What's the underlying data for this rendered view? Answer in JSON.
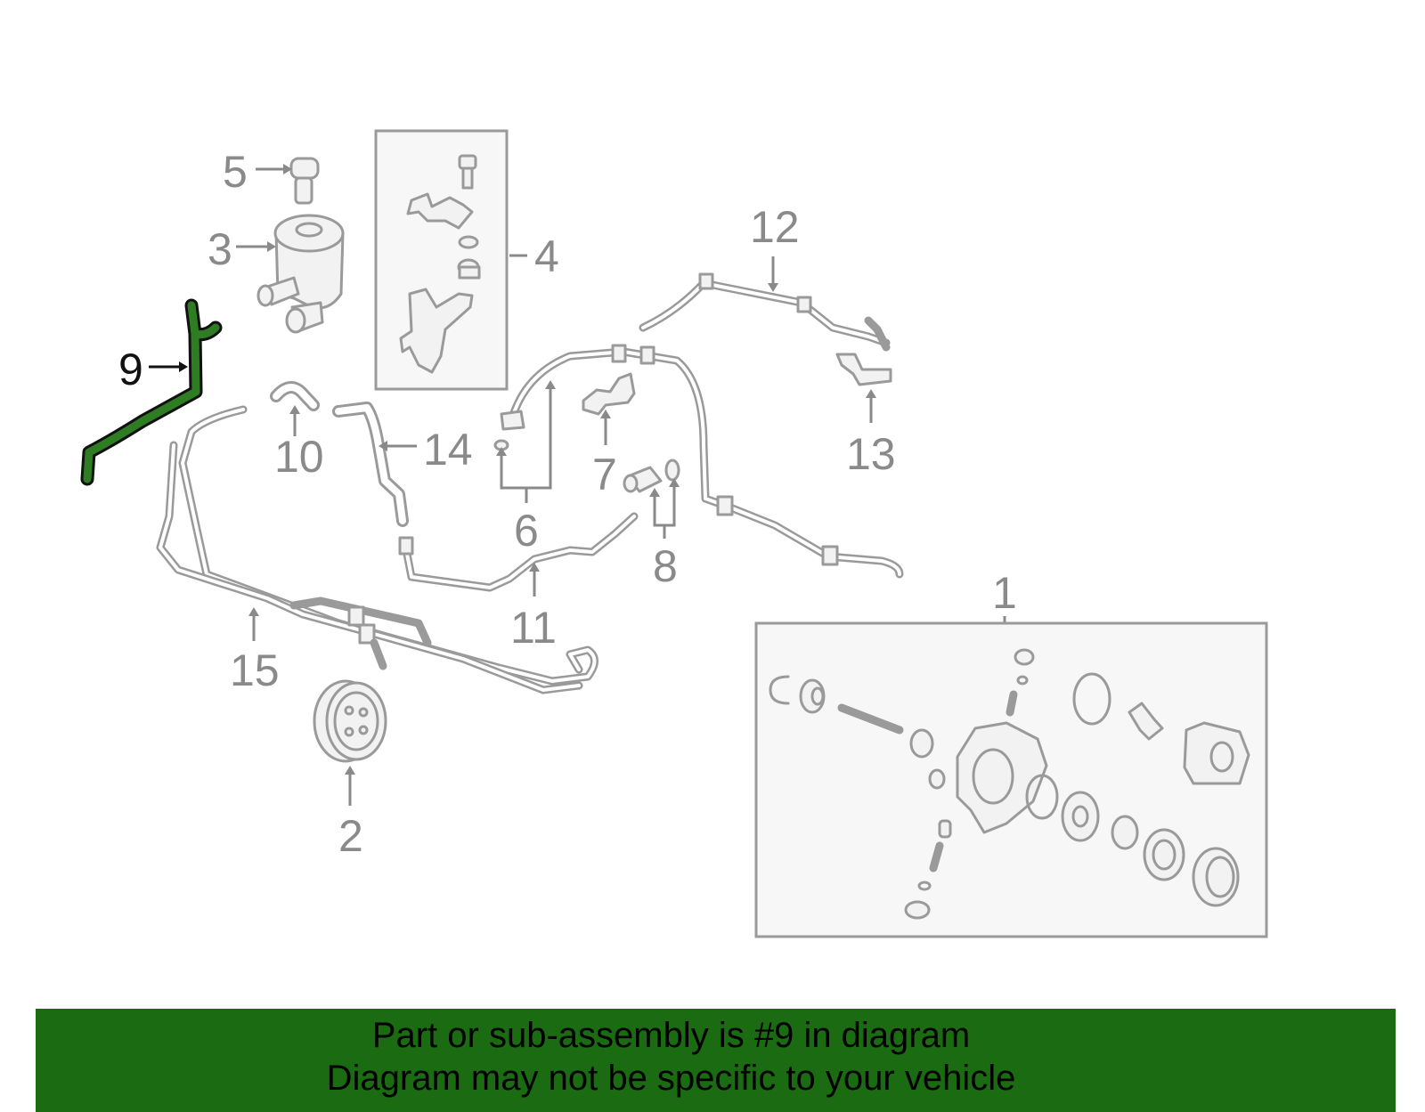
{
  "highlight_color": "#2e7d22",
  "banner": {
    "background": "#1b6b12",
    "line1": "Part or sub-assembly is #9 in diagram",
    "line2": "Diagram may not be specific to your vehicle"
  },
  "callouts": {
    "c1": "1",
    "c2": "2",
    "c3": "3",
    "c4": "4",
    "c5": "5",
    "c6": "6",
    "c7": "7",
    "c8": "8",
    "c9": "9",
    "c10": "10",
    "c11": "11",
    "c12": "12",
    "c13": "13",
    "c14": "14",
    "c15": "15"
  },
  "highlighted_part": "9"
}
